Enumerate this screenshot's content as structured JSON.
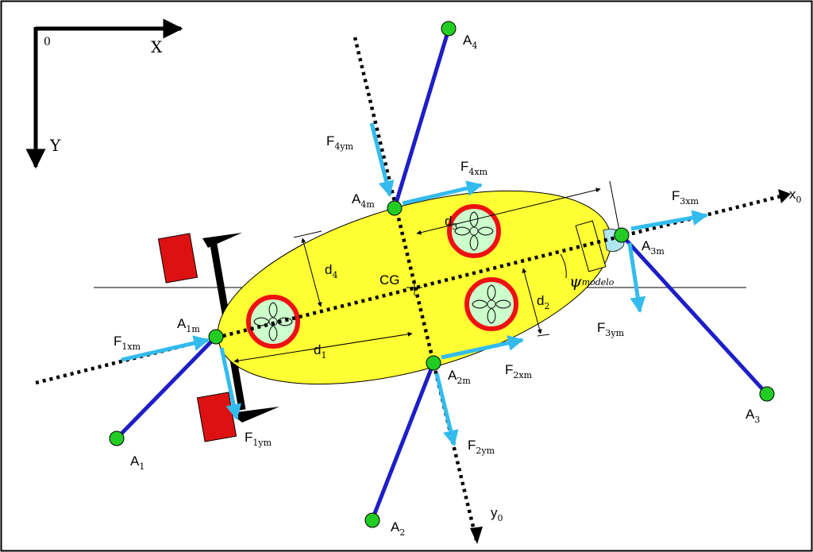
{
  "colors": {
    "ellipse_fill": "#ffff33",
    "mooring_line": "#1e1ec8",
    "force_arrow": "#33bbee",
    "node_fill": "#22cc22",
    "thruster_ring": "#ee1111",
    "thruster_fill": "#ccffcc",
    "rudder": "#dd1111",
    "frame": "#000000"
  },
  "frame": {
    "origin": "0",
    "x_axis": "X",
    "y_axis": "Y"
  },
  "body_axes": {
    "x_base": "x",
    "x_sub": "0",
    "y_base": "y",
    "y_sub": "0"
  },
  "cg": "CG",
  "angle": {
    "symbol": "ψ",
    "sub": "modelo"
  },
  "distances": [
    {
      "base": "d",
      "sub": "1"
    },
    {
      "base": "d",
      "sub": "2"
    },
    {
      "base": "d",
      "sub": "3"
    },
    {
      "base": "d",
      "sub": "4"
    }
  ],
  "anchors": [
    {
      "base": "A",
      "sub": "1"
    },
    {
      "base": "A",
      "sub": "2"
    },
    {
      "base": "A",
      "sub": "3"
    },
    {
      "base": "A",
      "sub": "4"
    }
  ],
  "fairleads": [
    {
      "base": "A",
      "sub": "1m"
    },
    {
      "base": "A",
      "sub": "2m"
    },
    {
      "base": "A",
      "sub": "3m"
    },
    {
      "base": "A",
      "sub": "4m"
    }
  ],
  "forces": [
    {
      "base": "F",
      "sub": "1xm"
    },
    {
      "base": "F",
      "sub": "1ym"
    },
    {
      "base": "F",
      "sub": "2xm"
    },
    {
      "base": "F",
      "sub": "2ym"
    },
    {
      "base": "F",
      "sub": "3xm"
    },
    {
      "base": "F",
      "sub": "3ym"
    },
    {
      "base": "F",
      "sub": "4xm"
    },
    {
      "base": "F",
      "sub": "4ym"
    }
  ]
}
